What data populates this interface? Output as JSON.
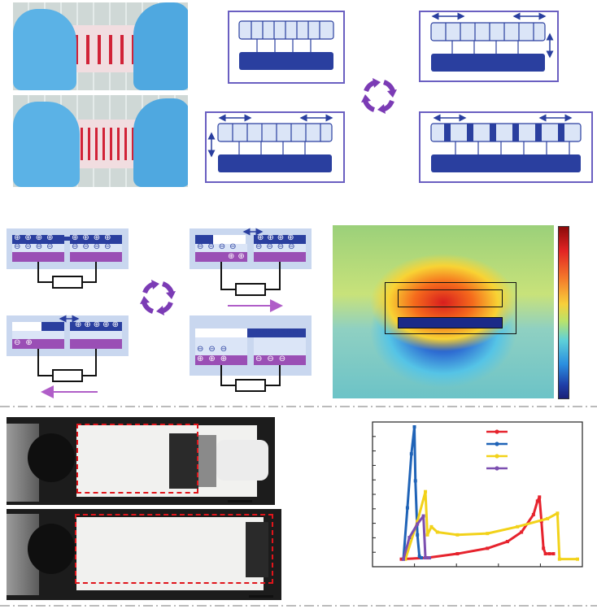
{
  "colors": {
    "frame": "#6a5fc1",
    "electrode": "#2a3f9f",
    "film": "#dbe5f7",
    "panel": "#c9d7ef",
    "purple_layer": "#9a4fb5",
    "arrow": "#2a3f9f",
    "current_arrow": "#b05ec8",
    "cycle": "#7b3bb5",
    "glove": "#5bb2e6",
    "ink": "#d12237",
    "dash": "#e0151b"
  },
  "icons": {
    "cycle": "cycle-icon",
    "resistor": "resistor-icon"
  },
  "charge_glyphs": {
    "plus": "⊕",
    "minus": "⊖"
  },
  "chart_data": {
    "type": "line",
    "title": "",
    "xlabel": "",
    "ylabel": "",
    "grid": false,
    "legend_placement": "top-right",
    "xlim": [
      0,
      100
    ],
    "ylim": [
      0,
      100
    ],
    "series": [
      {
        "color": "#e6232d",
        "marker": "square",
        "points": [
          [
            12,
            2
          ],
          [
            25,
            3
          ],
          [
            40,
            6
          ],
          [
            55,
            10
          ],
          [
            65,
            15
          ],
          [
            72,
            22
          ],
          [
            78,
            35
          ],
          [
            80,
            45
          ],
          [
            81,
            48
          ],
          [
            82,
            30
          ],
          [
            83,
            10
          ],
          [
            84,
            6
          ],
          [
            86,
            6
          ],
          [
            88,
            6
          ]
        ]
      },
      {
        "color": "#1f63b7",
        "marker": "diamond",
        "points": [
          [
            13,
            2
          ],
          [
            15,
            40
          ],
          [
            17,
            80
          ],
          [
            18.5,
            100
          ],
          [
            19,
            60
          ],
          [
            20,
            20
          ],
          [
            21,
            4
          ],
          [
            22,
            3
          ]
        ]
      },
      {
        "color": "#f2d21a",
        "marker": "triangle",
        "points": [
          [
            14,
            2
          ],
          [
            20,
            30
          ],
          [
            24,
            52
          ],
          [
            25,
            20
          ],
          [
            27,
            26
          ],
          [
            30,
            22
          ],
          [
            40,
            20
          ],
          [
            55,
            21
          ],
          [
            70,
            26
          ],
          [
            85,
            32
          ],
          [
            90,
            36
          ],
          [
            91,
            2
          ],
          [
            100,
            2
          ]
        ]
      },
      {
        "color": "#7c4fb0",
        "marker": "triangle-down",
        "points": [
          [
            13,
            2
          ],
          [
            16,
            18
          ],
          [
            20,
            28
          ],
          [
            23,
            34
          ],
          [
            24,
            3
          ],
          [
            26,
            3
          ]
        ]
      }
    ]
  }
}
